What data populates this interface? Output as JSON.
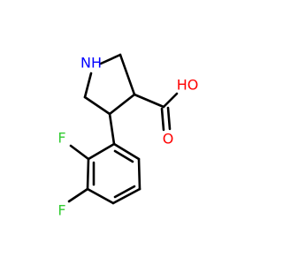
{
  "molecule": {
    "atoms": {
      "amine": {
        "text": "NH",
        "color": "#0000ff"
      },
      "hydroxyl": {
        "text": "HO",
        "color": "#ff0000"
      },
      "carbonyl_oxygen": {
        "text": "O",
        "color": "#ff0000"
      },
      "fluorine_2": {
        "text": "F",
        "color": "#33cc33"
      },
      "fluorine_3": {
        "text": "F",
        "color": "#33cc33"
      }
    },
    "bond_color": "#000000"
  }
}
